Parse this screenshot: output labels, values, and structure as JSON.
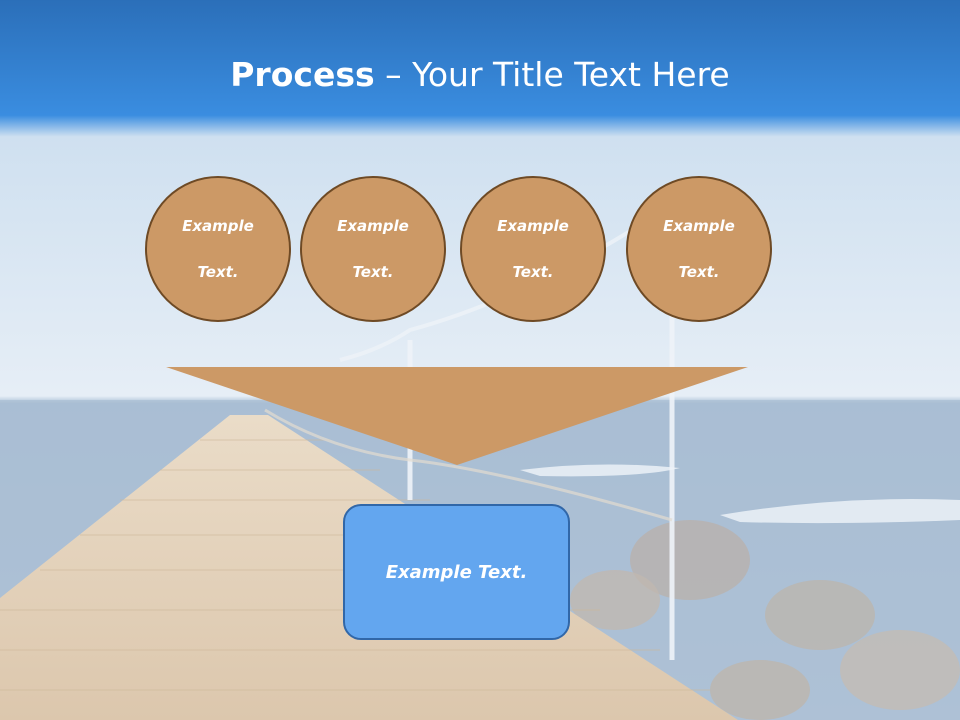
{
  "slide": {
    "title_bold": "Process",
    "title_separator": " – ",
    "title_rest": "Your Title Text Here"
  },
  "circles": [
    {
      "line1": "Example",
      "line2": "Text."
    },
    {
      "line1": "Example",
      "line2": "Text."
    },
    {
      "line1": "Example",
      "line2": "Text."
    },
    {
      "line1": "Example",
      "line2": "Text."
    }
  ],
  "result_box": {
    "text": "Example Text."
  },
  "colors": {
    "header_blue": "#2e82d6",
    "circle_fill": "#cc9966",
    "circle_border": "#6e4a25",
    "funnel_fill": "#cc9966",
    "box_fill": "#63a6ef",
    "box_border": "#3167a8"
  }
}
